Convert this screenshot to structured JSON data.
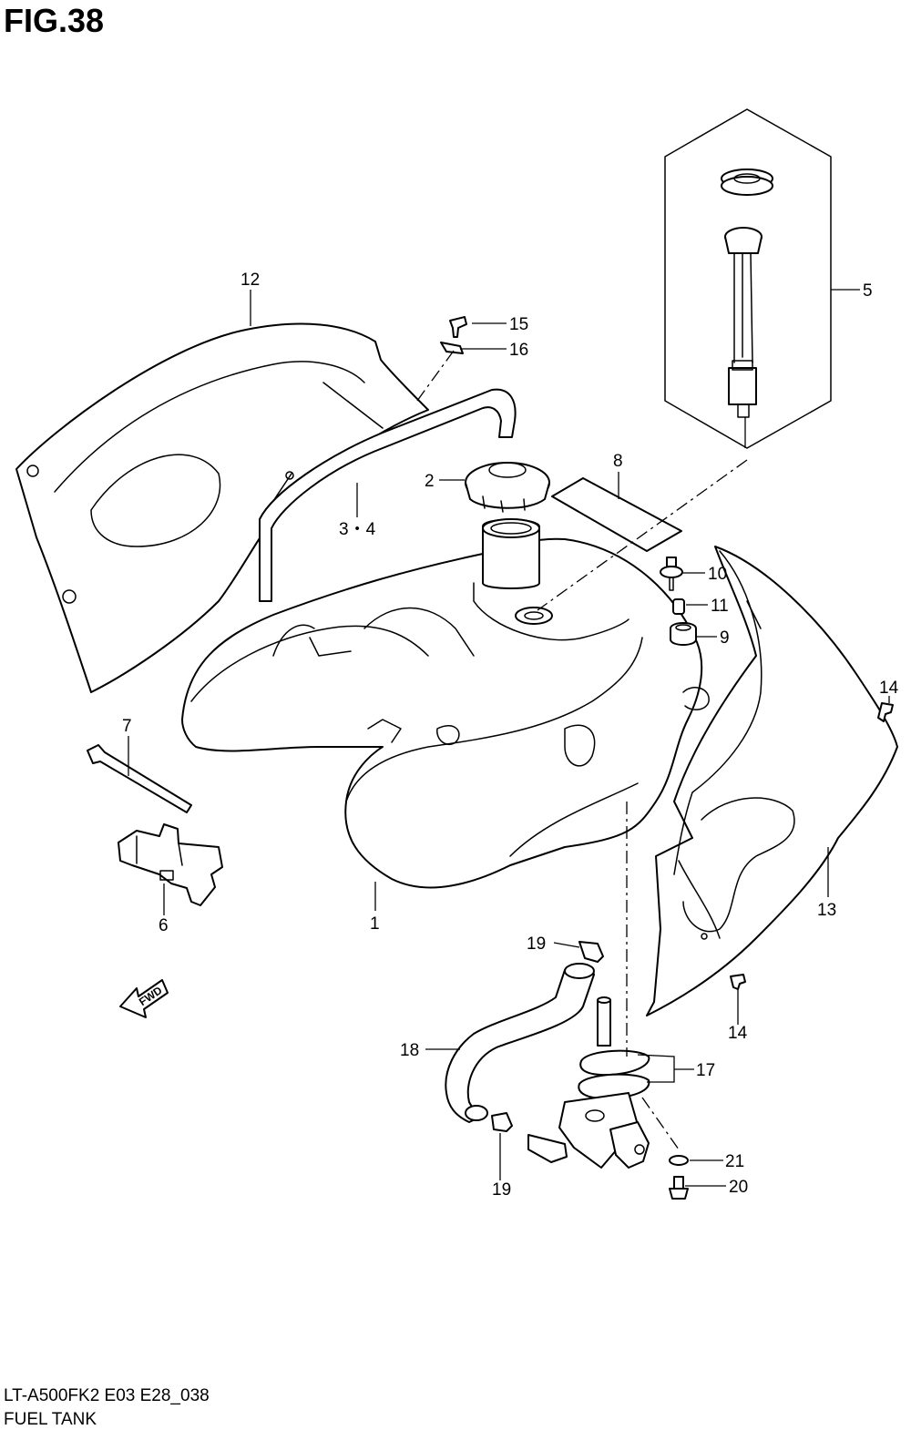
{
  "figure": {
    "title": "FIG.38"
  },
  "footer": {
    "code": "LT-A500FK2 E03 E28_038",
    "name": "FUEL TANK"
  },
  "fwd_arrow": {
    "label": "FWD"
  },
  "callouts": {
    "p1": "1",
    "p2": "2",
    "p34": "3・4",
    "p5": "5",
    "p6": "6",
    "p7": "7",
    "p8": "8",
    "p9": "9",
    "p10": "10",
    "p11": "11",
    "p12": "12",
    "p13": "13",
    "p14a": "14",
    "p14b": "14",
    "p15": "15",
    "p16": "16",
    "p17": "17",
    "p18": "18",
    "p19a": "19",
    "p19b": "19",
    "p20": "20",
    "p21": "21"
  }
}
